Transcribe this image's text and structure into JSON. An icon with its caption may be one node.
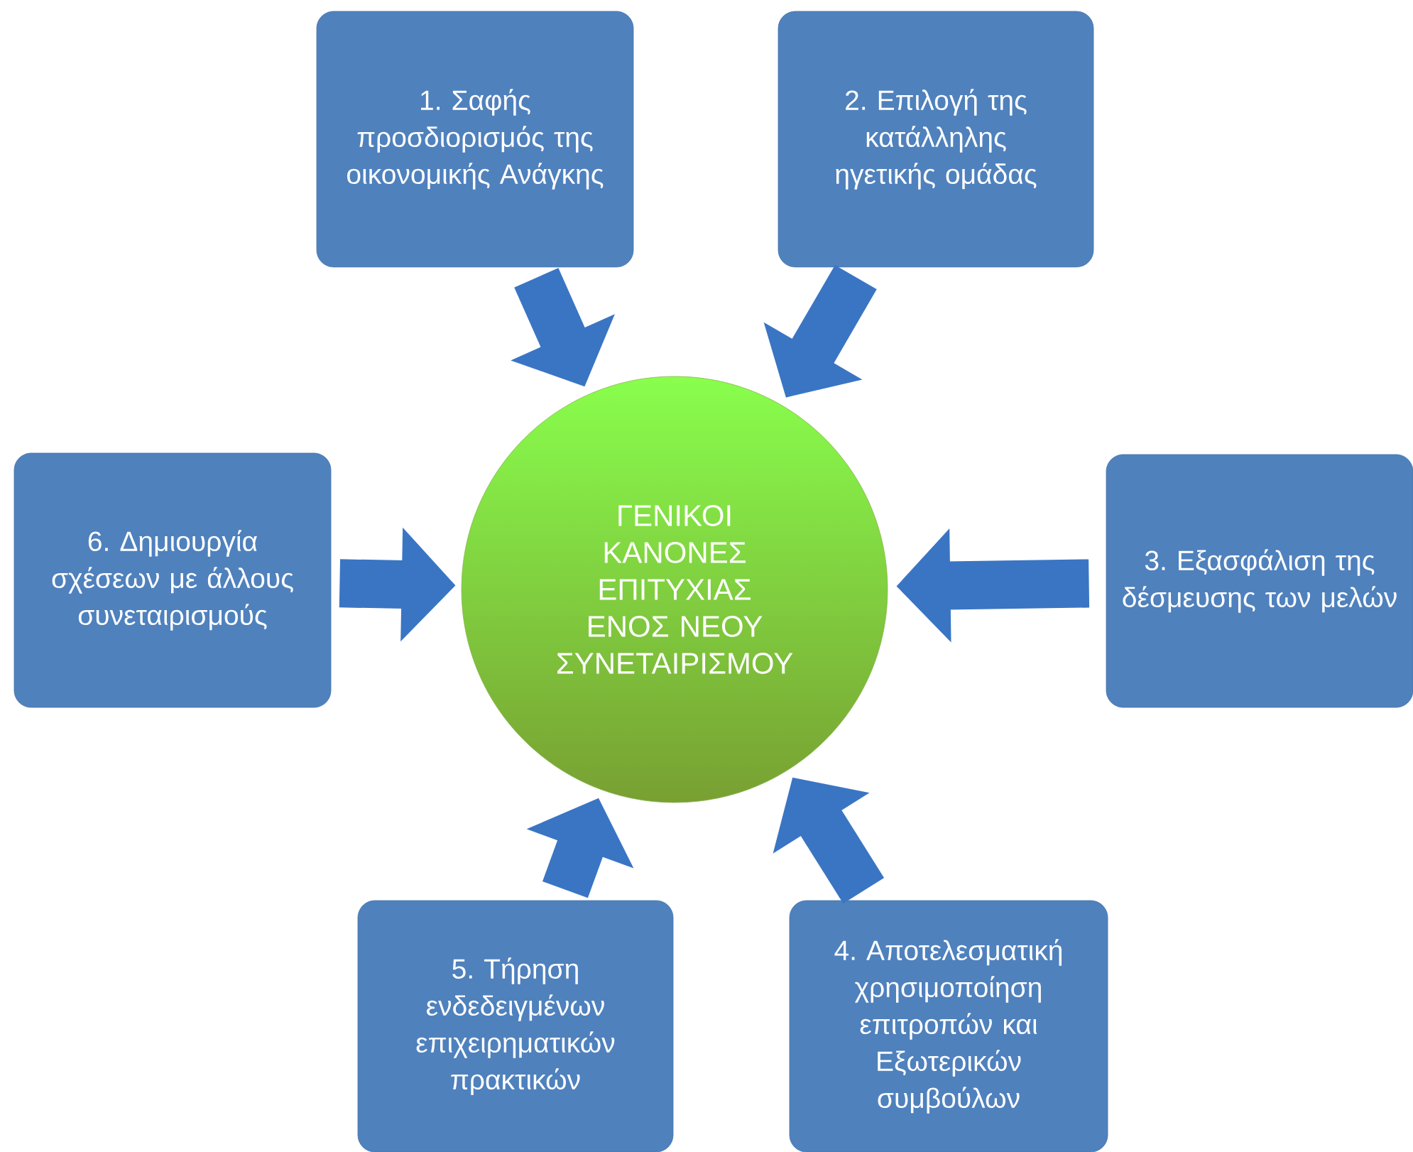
{
  "diagram": {
    "nodes": [
      {
        "text": [
          "1. Σαφής προσδιορισμός της οικονομικής Ανάγκης"
        ]
      },
      {
        "text": [
          "2. Επιλογή της κατάλληλης ηγετικής ομάδας"
        ]
      },
      {
        "text": [
          "6. Δημιουργία σχέσεων με άλλους συνεταιρισμούς"
        ]
      },
      {
        "text": [
          "ΓΕΝΙΚΟΙ ΚΑΝΟΝΕΣ ΕΠΙΤΥΧΙΑΣ ΕΝΟΣ ΝΕΟΥ ΣΥΝΕΤΑΙΡΙΣΜΟΥ"
        ]
      },
      {
        "text": [
          "3.  Εξασφάλιση της δέσμευσης  των μελών"
        ]
      },
      {
        "text": [
          "5. Τήρηση ενδεδειγμένων επιχειρηματικών πρακτικών"
        ]
      },
      {
        "text": [
          "4. Αποτελεσματική χρησιμοποίηση επιτροπών και Εξωτερικών συμβούλων"
        ]
      }
    ],
    "edges": [
      {
        "from": 0,
        "to": 3,
        "arrow": "to"
      },
      {
        "from": 1,
        "to": 3,
        "arrow": "to"
      },
      {
        "from": 4,
        "to": 3,
        "arrow": "to"
      },
      {
        "from": 6,
        "to": 3,
        "arrow": "to"
      },
      {
        "from": 5,
        "to": 3,
        "arrow": "to"
      },
      {
        "from": 2,
        "to": 3,
        "arrow": "to"
      }
    ]
  }
}
